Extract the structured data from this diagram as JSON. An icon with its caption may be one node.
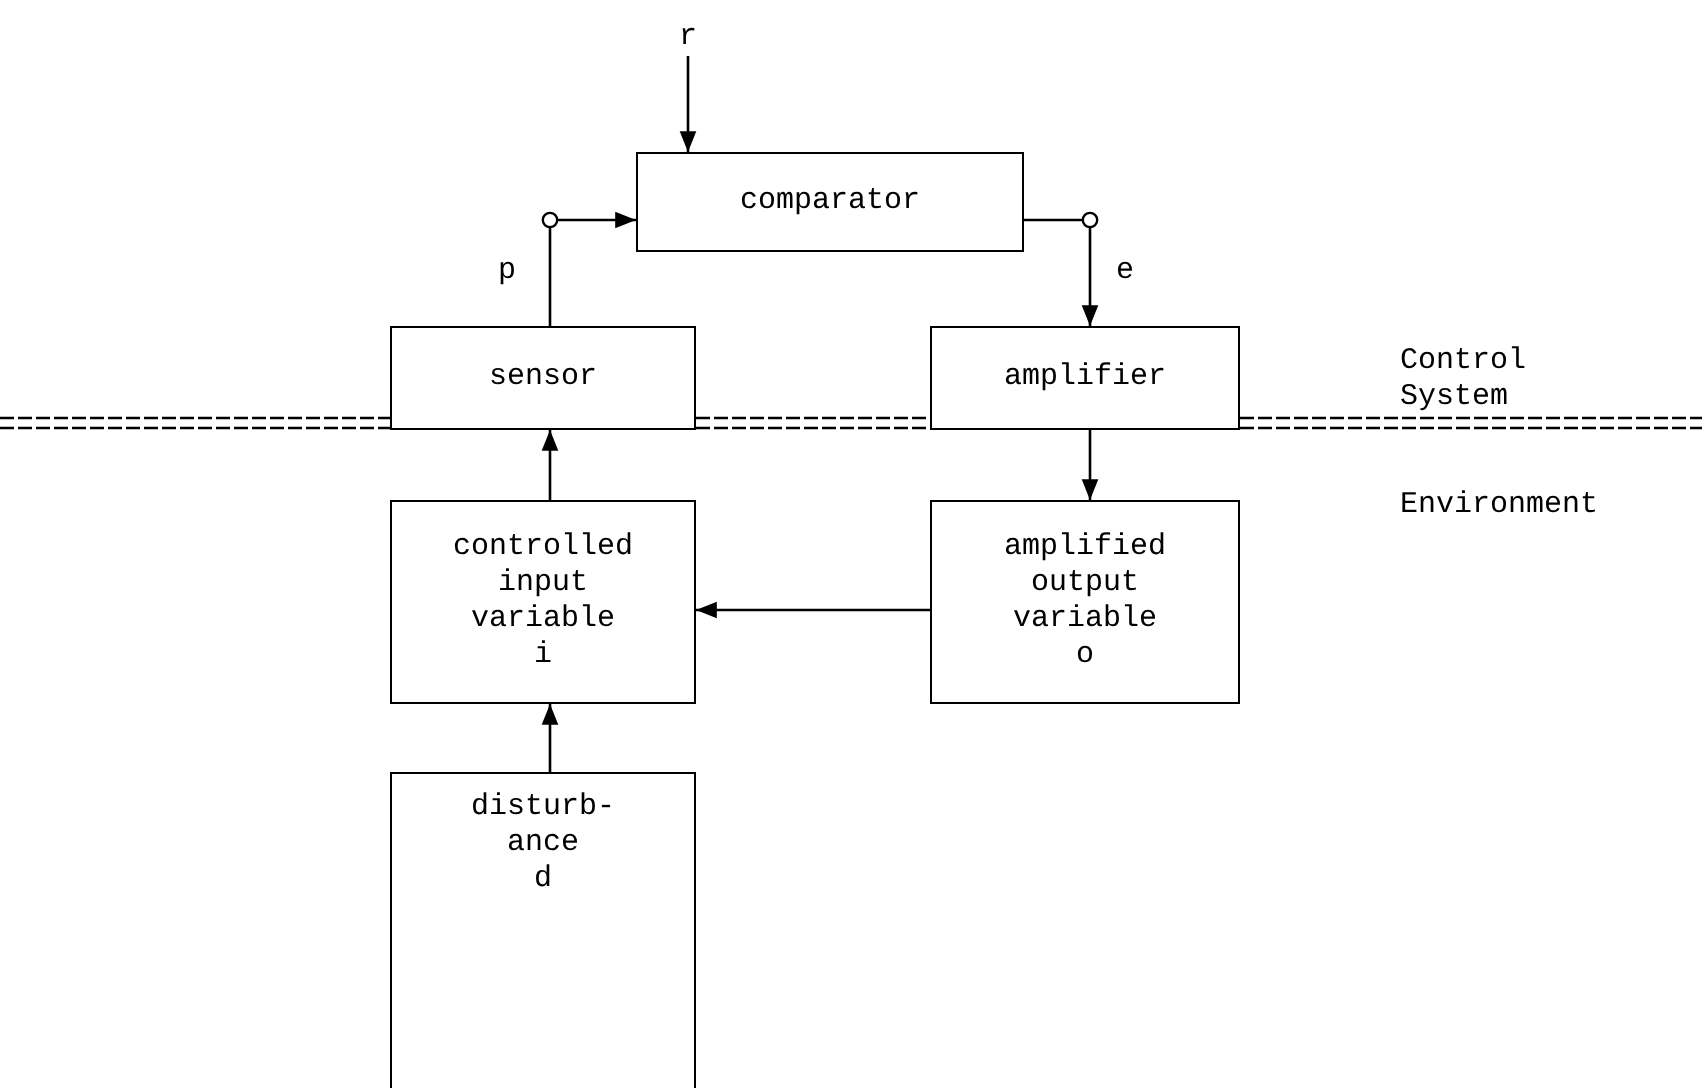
{
  "diagram": {
    "nodes": [
      {
        "text": [
          "r"
        ]
      },
      {
        "text": [
          "comparator"
        ]
      },
      {
        "text": [
          "sensor"
        ]
      },
      {
        "text": [
          "amplifier"
        ]
      },
      {
        "text": [
          "controlled input variable",
          "i"
        ]
      },
      {
        "text": [
          "amplified output variable",
          "o"
        ]
      },
      {
        "text": [
          "disturb- ance",
          "d"
        ]
      }
    ],
    "edges": [
      {
        "from": 0,
        "to": 1,
        "arrow": "to"
      },
      {
        "from": 2,
        "to": 1,
        "arrow": "to",
        "label": "p"
      },
      {
        "from": 1,
        "to": 3,
        "arrow": "to",
        "label": "e"
      },
      {
        "from": 3,
        "to": 5,
        "arrow": "to"
      },
      {
        "from": 5,
        "to": 4,
        "arrow": "to"
      },
      {
        "from": 4,
        "to": 2,
        "arrow": "to"
      },
      {
        "from": 6,
        "to": 4,
        "arrow": "to"
      }
    ],
    "labels": [
      "Control System",
      "Environment"
    ]
  }
}
